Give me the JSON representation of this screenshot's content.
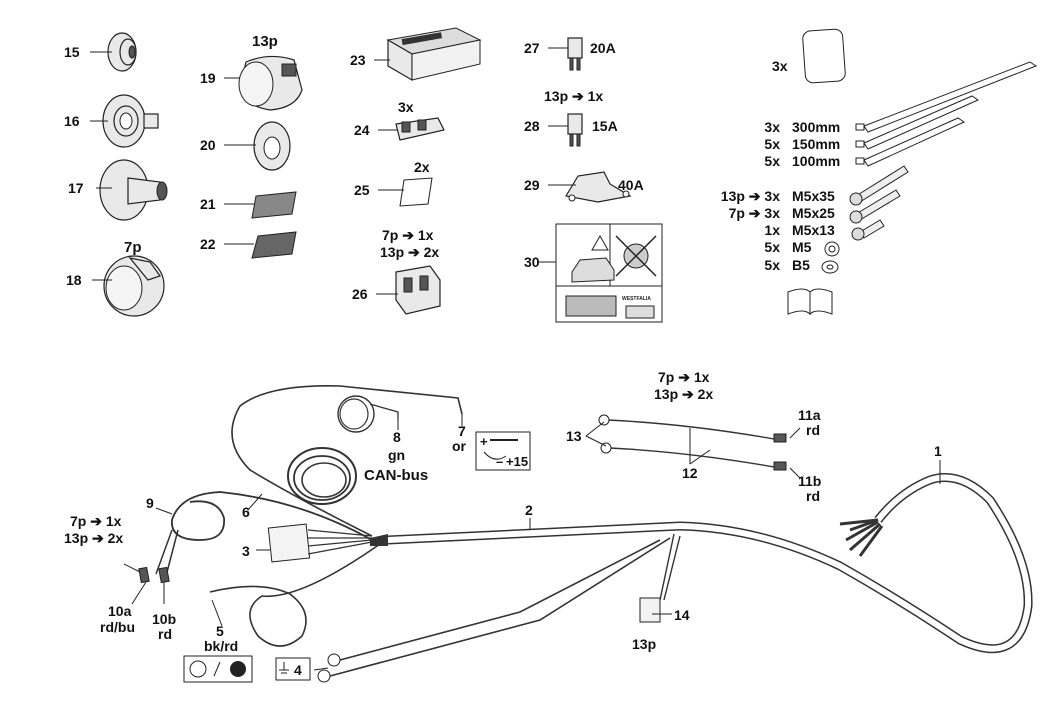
{
  "parts": {
    "p15": "15",
    "p16": "16",
    "p17": "17",
    "p18": "18",
    "p18_type": "7p",
    "p19": "19",
    "p19_type": "13p",
    "p20": "20",
    "p21": "21",
    "p22": "22",
    "p23": "23",
    "p24": "24",
    "p24_qty": "3x",
    "p25": "25",
    "p25_qty": "2x",
    "p26": "26",
    "p26_qty_7p": "7p ➔ 1x",
    "p26_qty_13p": "13p ➔ 2x",
    "p27": "27",
    "p27_rating": "20A",
    "p28": "28",
    "p28_qty": "13p ➔ 1x",
    "p28_rating": "15A",
    "p29": "29",
    "p29_rating": "40A",
    "p30": "30",
    "pad_qty": "3x"
  },
  "hardware": [
    {
      "qty": "3x",
      "spec": "300mm"
    },
    {
      "qty": "5x",
      "spec": "150mm"
    },
    {
      "qty": "5x",
      "spec": "100mm"
    },
    {
      "qty": "13p ➔ 3x",
      "spec": "M5x35"
    },
    {
      "qty": "7p ➔ 3x",
      "spec": "M5x25"
    },
    {
      "qty": "1x",
      "spec": "M5x13"
    },
    {
      "qty": "5x",
      "spec": "M5"
    },
    {
      "qty": "5x",
      "spec": "B5"
    }
  ],
  "harness": {
    "c1": "1",
    "c2": "2",
    "c3": "3",
    "c4": "4",
    "c5": "5",
    "c5_color": "bk/rd",
    "c6": "6",
    "c7": "7",
    "c7_color": "or",
    "c8": "8",
    "c8_color": "gn",
    "c8_bus": "CAN-bus",
    "c9": "9",
    "c9_qty_7p": "7p ➔ 1x",
    "c9_qty_13p": "13p ➔ 2x",
    "c10a": "10a",
    "c10a_color": "rd/bu",
    "c10b": "10b",
    "c10b_color": "rd",
    "c11a": "11a",
    "c11a_color": "rd",
    "c11b": "11b",
    "c11b_color": "rd",
    "c12": "12",
    "c13": "13",
    "c12_qty_7p": "7p ➔ 1x",
    "c12_qty_13p": "13p ➔ 2x",
    "c14": "14",
    "c14_type": "13p",
    "ign_plus": "+",
    "ign_minus": "–",
    "ign_15": "+15",
    "sticker_30": "WESTFALIA"
  },
  "colors": {
    "ink": "#222222",
    "part_fill": "#e9e9e9",
    "dark": "#555555"
  }
}
